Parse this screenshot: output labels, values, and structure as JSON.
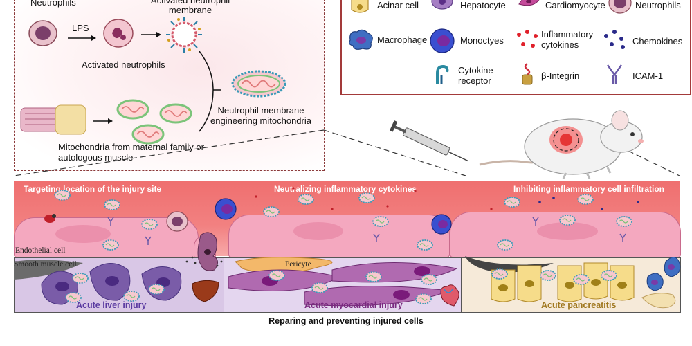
{
  "top_left": {
    "neutrophils_label": "Neutrophils",
    "lps_label": "LPS",
    "activated_membrane_label": "Activated neutrophil membrane",
    "activated_neutrophils_label": "Activated neutrophils",
    "engineering_label": "Neutrophil membrane engineering mitochondria",
    "mito_source_label": "Mitochondria from maternal family or autologous muscle"
  },
  "legend": {
    "items": [
      {
        "label": "Acinar cell",
        "icon": "acinar-cell-icon"
      },
      {
        "label": "Hepatocyte",
        "icon": "hepatocyte-icon"
      },
      {
        "label": "Cardiomyocyte",
        "icon": "cardiomyocyte-icon"
      },
      {
        "label": "Neutrophils",
        "icon": "neutrophil-icon"
      },
      {
        "label": "Macrophage",
        "icon": "macrophage-icon"
      },
      {
        "label": "Monoctyes",
        "icon": "monocyte-icon"
      },
      {
        "label": "Inflammatory cytokines",
        "icon": "cytokine-dots-icon"
      },
      {
        "label": "Chemokines",
        "icon": "chemokine-dots-icon"
      },
      {
        "label": "Cytokine receptor",
        "icon": "cytokine-receptor-icon"
      },
      {
        "label": "β-Integrin",
        "icon": "integrin-icon"
      },
      {
        "label": "ICAM-1",
        "icon": "icam-icon"
      }
    ]
  },
  "scene": {
    "sections": [
      "Targeting location of the injury site",
      "Neutralizing inflammatory cytokines",
      "Inhibiting inflammatory cell infiltration"
    ],
    "endothelial_label": "Endothelial cell",
    "smooth_muscle_label": "Smooth muscle cell",
    "pericyte_label": "Pericyte",
    "tissues": [
      "Acute liver injury",
      "Acute myocardial injury",
      "Acute pancreatitis"
    ]
  },
  "bottom_caption": "Reparing and preventing injured cells",
  "colors": {
    "vessel_red": "#ef6f6f",
    "endothelium_pink": "#f4a8bf",
    "liver_bg": "#d9c7e6",
    "heart_bg": "#e4d6ef",
    "pancreas_bg": "#f6ead9",
    "mito_green": "#7cc47a",
    "frame_red": "#a33a3a"
  }
}
